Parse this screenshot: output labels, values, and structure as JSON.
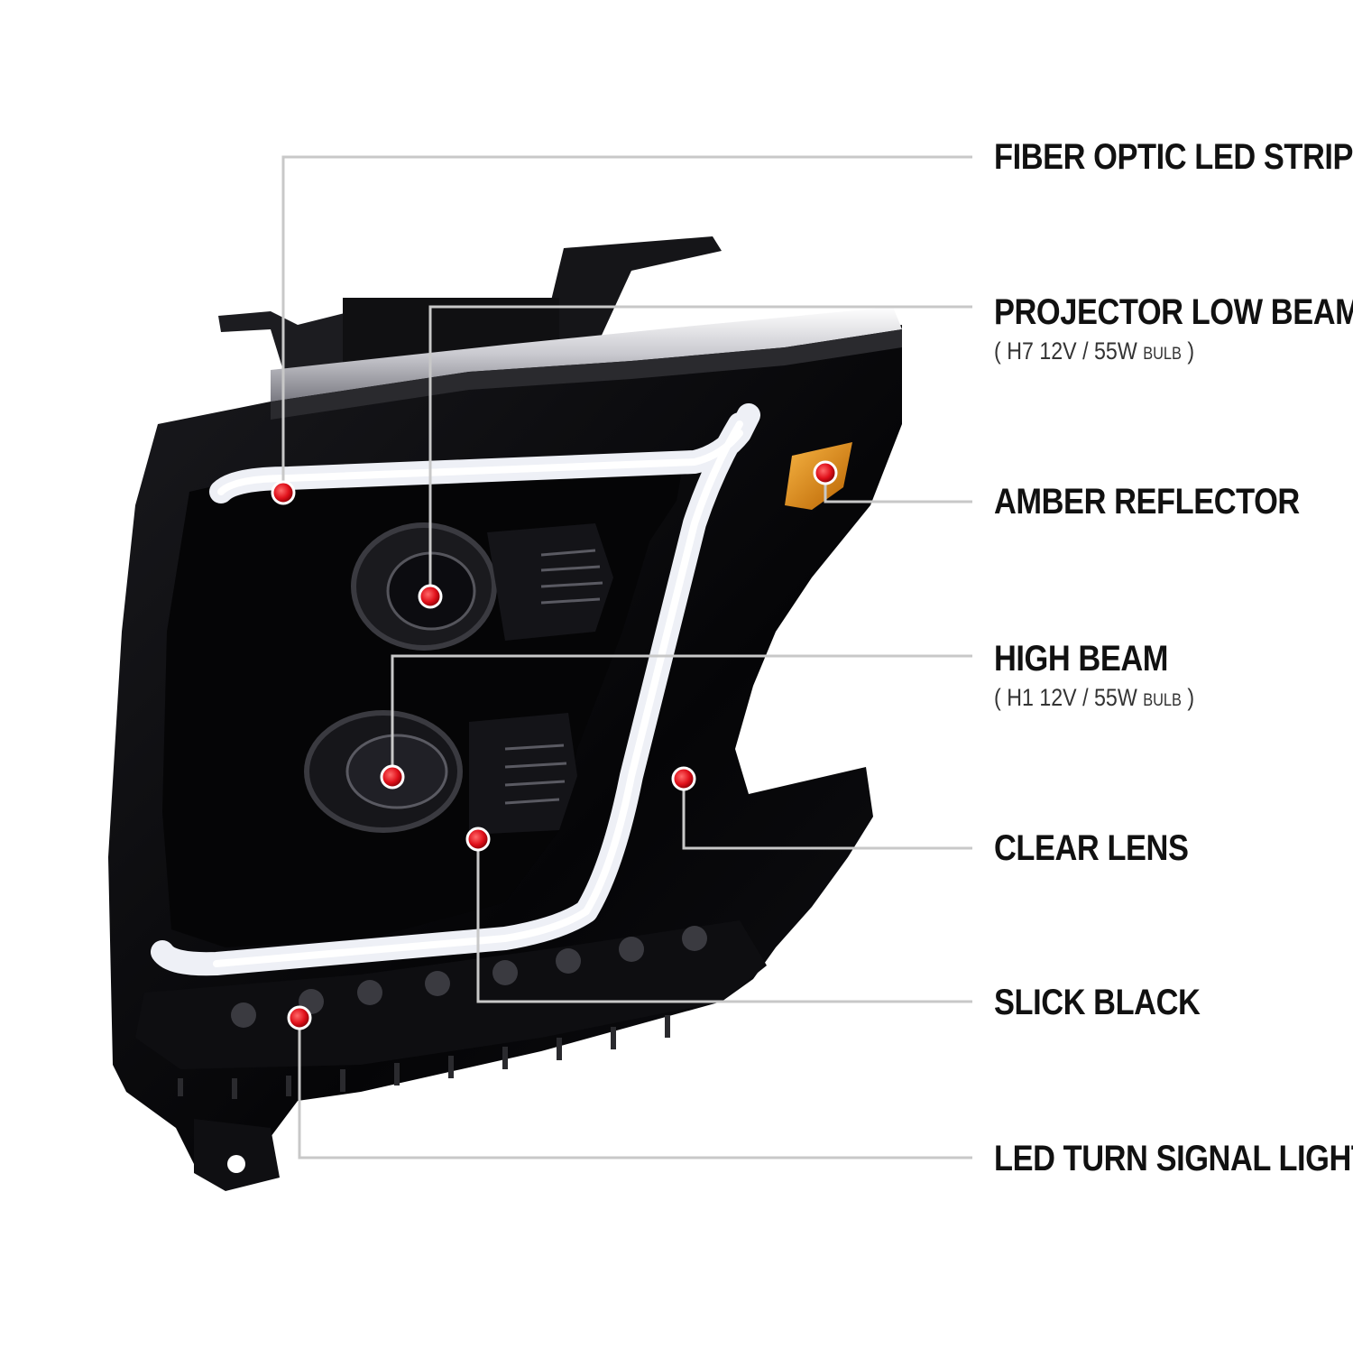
{
  "callouts": [
    {
      "id": "fiber",
      "label": "FIBER OPTIC LED STRIP",
      "sub": null
    },
    {
      "id": "projector",
      "label": "PROJECTOR LOW BEAM",
      "sub": {
        "open": "( ",
        "spec": "H7  12V / 55W",
        "unit": "BULB",
        "close": " )"
      }
    },
    {
      "id": "amber",
      "label": "AMBER REFLECTOR",
      "sub": null
    },
    {
      "id": "high",
      "label": "HIGH BEAM",
      "sub": {
        "open": "( ",
        "spec": "H1  12V / 55W",
        "unit": "BULB",
        "close": " )"
      }
    },
    {
      "id": "clear",
      "label": "CLEAR LENS",
      "sub": null
    },
    {
      "id": "slick",
      "label": "SLICK BLACK",
      "sub": null
    },
    {
      "id": "led",
      "label": "LED TURN SIGNAL LIGHT",
      "sub": null
    }
  ],
  "colors": {
    "marker": "#e0101a",
    "leader": "#c8c8c8",
    "housing": "#0b0b0d",
    "chrome": "#d8d8dc",
    "drl": "#eef0f6",
    "amber": "#e08a10"
  }
}
